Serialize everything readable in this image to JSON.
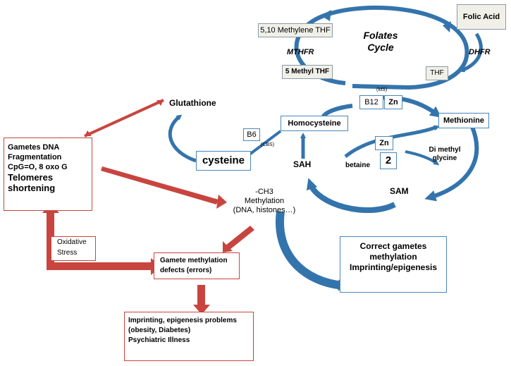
{
  "folates": {
    "title_line1": "Folates",
    "title_line2": "Cycle",
    "methylene_thf": "5,10 Methylene THF",
    "folic_acid": "Folic Acid",
    "mthfr": "MTHFR",
    "dhfr": "DHFR",
    "methyl_thf": "5 Methyl THF",
    "thf": "THF"
  },
  "methionine_cycle": {
    "ms": "(MS)",
    "b12": "B12",
    "zn_top": "Zn",
    "homocysteine": "Homocysteine",
    "methionine": "Methionine",
    "zn_mid": "Zn",
    "two": "2",
    "betaine": "betaine",
    "di_methyl_glycine_1": "Di methyl",
    "di_methyl_glycine_2": "glycine",
    "sah": "SAH",
    "sam": "SAM"
  },
  "transsulfuration": {
    "glutathione": "Glutathione",
    "b6": "B6",
    "cbs": "(CBS)",
    "cysteine": "cysteine"
  },
  "methylation": {
    "line1": "-CH3",
    "line2": "Methylation",
    "line3": "(DNA, histones…)"
  },
  "gametes_fragmentation": {
    "line1": "Gametes  DNA",
    "line2": "Fragmentation",
    "line3": "CpG=O, 8 oxo G",
    "line4": "Telomeres",
    "line5": "shortening"
  },
  "oxidative_stress": {
    "line1": "Oxidative",
    "line2": "Stress"
  },
  "gamete_methylation_defects": {
    "line1": "Gamete methylation",
    "line2": "defects (errors)"
  },
  "correct_gametes": {
    "line1": "Correct gametes",
    "line2": "methylation",
    "line3": "Imprinting/epigenesis"
  },
  "problems": {
    "line1": "Imprinting, epigenesis  problems",
    "line2": "(obesity, Diabetes)",
    "line3": "Psychiatric Illness"
  },
  "colors": {
    "blue_arrow": "#3474ac",
    "red_arrow": "#c8453f",
    "box_grey_fill": "#f1f0e8"
  }
}
